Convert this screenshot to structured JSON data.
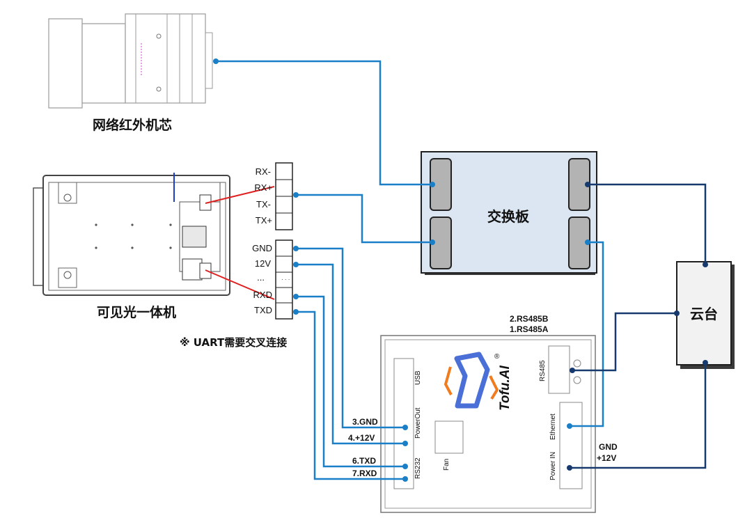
{
  "labels": {
    "ir_core": "网络红外机芯",
    "visible_cam": "可见光一体机",
    "switch_board": "交换板",
    "gimbal": "云台",
    "uart_note": "※ UART需要交叉连接",
    "rs485_b": "2.RS485B",
    "rs485_a": "1.RS485A",
    "gnd_12v_gnd": "GND",
    "gnd_12v_12v": "+12V",
    "brand": "Tofu.AI",
    "brand_reg": "®"
  },
  "connector_top": [
    "RX-",
    "RX+",
    "TX-",
    "TX+"
  ],
  "connector_bottom": [
    "GND",
    "12V",
    "...",
    "RXD",
    "TXD"
  ],
  "connector_dots": "· · ·",
  "wire_labels": [
    "3.GND",
    "4.+12V",
    "6.TXD",
    "7.RXD"
  ],
  "device_ports": {
    "usb": "USB",
    "power_out": "PowerOut",
    "rs232": "RS232",
    "fan": "Fan",
    "rs485": "RS485",
    "ethernet": "Ethernet",
    "power_in": "Power IN"
  },
  "colors": {
    "wire_light": "#1a7fc7",
    "wire_dark": "#163a6e",
    "board_fill": "#dce6f2",
    "port_fill": "#b3b3b3",
    "logo_blue": "#4a6fd6",
    "logo_orange": "#f07c1e"
  }
}
